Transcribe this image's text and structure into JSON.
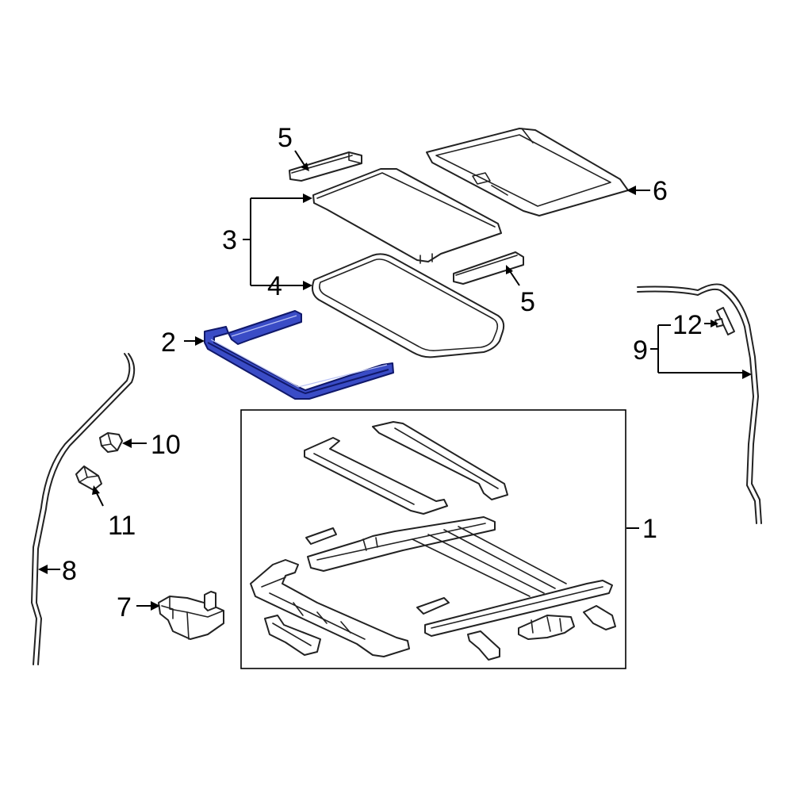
{
  "callouts": {
    "c1": "1",
    "c2": "2",
    "c3": "3",
    "c4": "4",
    "c5a": "5",
    "c5b": "5",
    "c6": "6",
    "c7": "7",
    "c8": "8",
    "c9": "9",
    "c10": "10",
    "c11": "11",
    "c12": "12"
  },
  "colors": {
    "highlight_part": "#3a4cc6",
    "line": "#222222",
    "background": "#ffffff"
  }
}
